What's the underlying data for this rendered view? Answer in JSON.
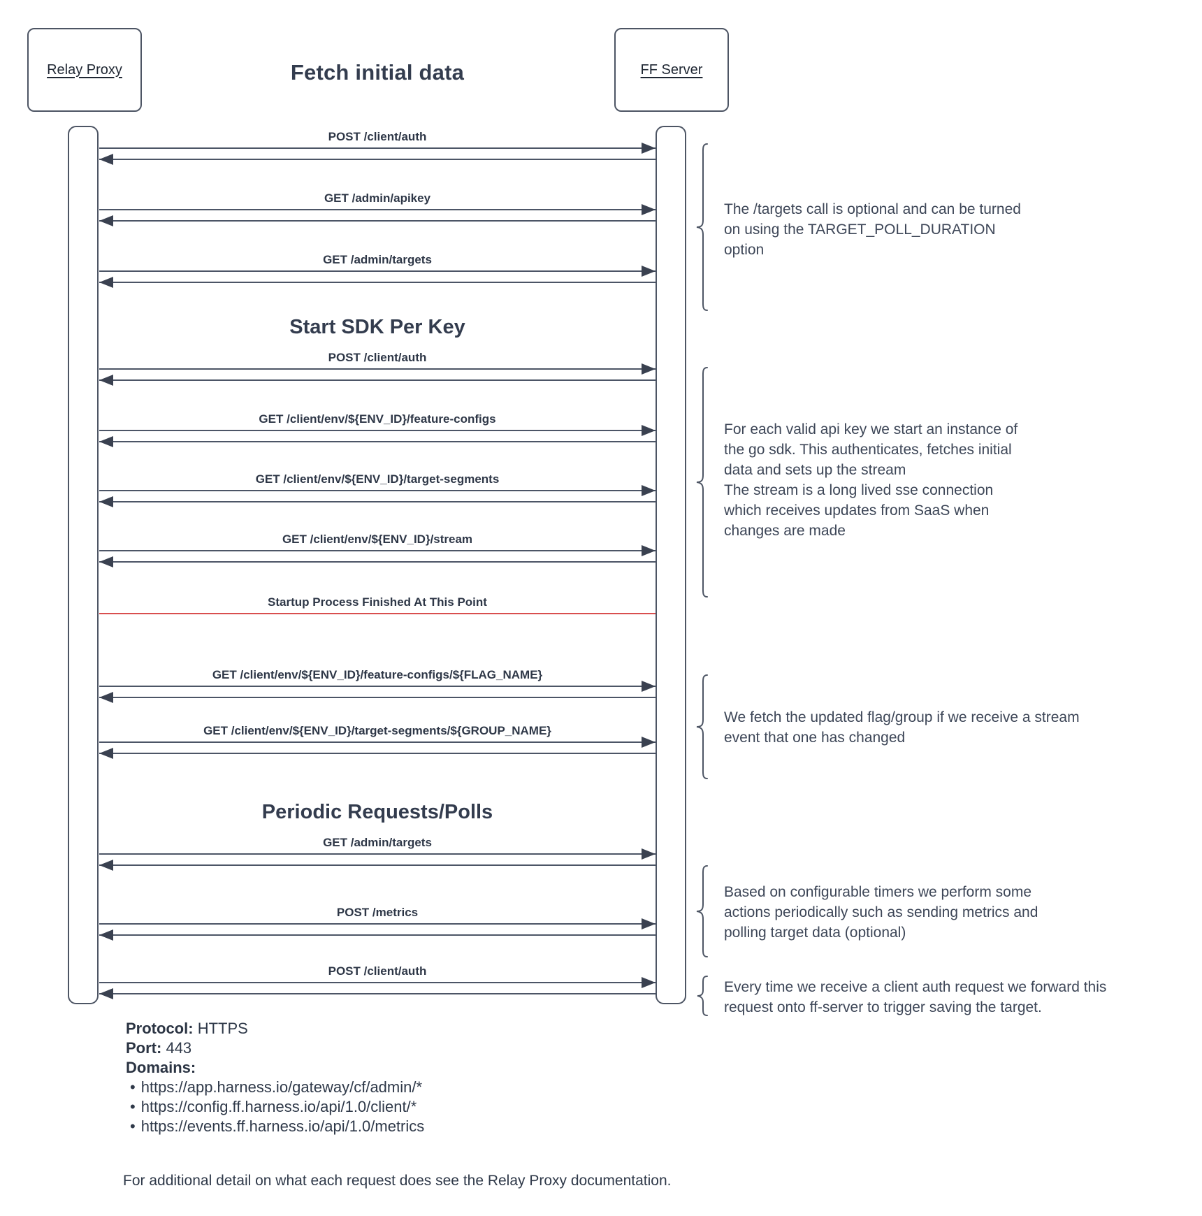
{
  "title": "Fetch initial data",
  "actors": {
    "left": "Relay Proxy",
    "right": "FF Server"
  },
  "section_headings": {
    "start_sdk": "Start SDK Per Key",
    "periodic": "Periodic Requests/Polls"
  },
  "separator": {
    "label": "Startup Process Finished At This Point",
    "color": "#d94f4f"
  },
  "messages": [
    {
      "label": "POST /client/auth"
    },
    {
      "label": "GET /admin/apikey"
    },
    {
      "label": "GET /admin/targets"
    },
    {
      "label": "POST /client/auth"
    },
    {
      "label": "GET /client/env/${ENV_ID}/feature-configs"
    },
    {
      "label": "GET /client/env/${ENV_ID}/target-segments"
    },
    {
      "label": "GET /client/env/${ENV_ID}/stream"
    },
    {
      "label": "GET /client/env/${ENV_ID}/feature-configs/${FLAG_NAME}"
    },
    {
      "label": "GET /client/env/${ENV_ID}/target-segments/${GROUP_NAME}"
    },
    {
      "label": "GET /admin/targets"
    },
    {
      "label": "POST /metrics"
    },
    {
      "label": "POST /client/auth"
    }
  ],
  "annotations": [
    {
      "lines": [
        "The /targets call is optional and can be turned",
        "on using the TARGET_POLL_DURATION",
        "option"
      ]
    },
    {
      "lines": [
        "For each valid api key we start an instance of",
        "the go sdk. This authenticates, fetches initial",
        "data and sets up the stream",
        "The stream is a long lived sse connection",
        "which receives updates from SaaS when",
        "changes are made"
      ]
    },
    {
      "lines": [
        "We fetch the updated flag/group if we receive a stream",
        "event that one has changed"
      ]
    },
    {
      "lines": [
        "Based on configurable timers we perform some",
        "actions periodically such as sending metrics and",
        "polling target data (optional)"
      ]
    },
    {
      "lines": [
        "Every time we receive a client auth request we forward this",
        "request onto ff-server to trigger saving the target."
      ]
    }
  ],
  "details": {
    "protocol_label": "Protocol:",
    "protocol_value": "HTTPS",
    "port_label": "Port:",
    "port_value": "443",
    "domains_label": "Domains:",
    "bullet": "•",
    "domains": [
      "https://app.harness.io/gateway/cf/admin/*",
      "https://config.ff.harness.io/api/1.0/client/*",
      "https://events.ff.harness.io/api/1.0/metrics"
    ],
    "footer_note": "For additional detail on what each request does see the Relay Proxy documentation."
  },
  "colors": {
    "line": "#4c5566",
    "arrowhead": "#3a4150",
    "border": "#4d5564",
    "heading_text": "#333c4e",
    "label_text": "#2e3747",
    "annotation_text": "#3d4657",
    "separator_line": "#d94f4f"
  }
}
